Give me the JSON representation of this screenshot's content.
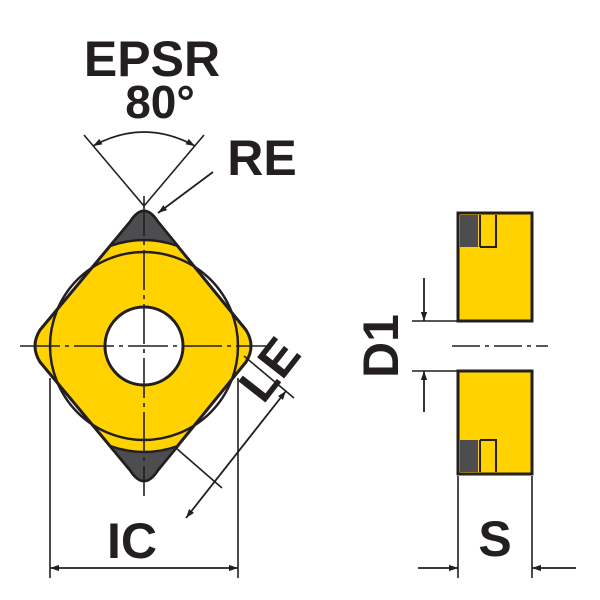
{
  "labels": {
    "epsr": "EPSR",
    "angle": "80°",
    "re": "RE",
    "le": "LE",
    "ic": "IC",
    "d1": "D1",
    "s": "S"
  },
  "colors": {
    "insert_fill": "#ffd200",
    "outline": "#231f20",
    "tip_fill": "#4d4d4f",
    "background": "#ffffff"
  }
}
